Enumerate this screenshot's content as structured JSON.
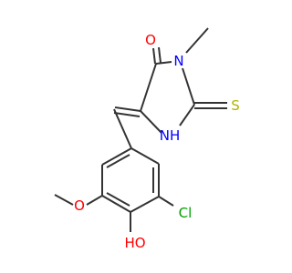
{
  "molecule": {
    "atoms": [
      {
        "id": "O_carbonyl",
        "text": "O",
        "color": "#ff0000"
      },
      {
        "id": "N3",
        "text": "N",
        "color": "#0000ff"
      },
      {
        "id": "S",
        "text": "S",
        "color": "#b2b200"
      },
      {
        "id": "NH",
        "text": "NH",
        "color": "#0000ff"
      },
      {
        "id": "O_methoxy",
        "text": "O",
        "color": "#ff0000"
      },
      {
        "id": "Cl",
        "text": "Cl",
        "color": "#00a000"
      },
      {
        "id": "OH",
        "text": "HO",
        "color": "#ff0000"
      }
    ],
    "bond_color": "#333333"
  }
}
